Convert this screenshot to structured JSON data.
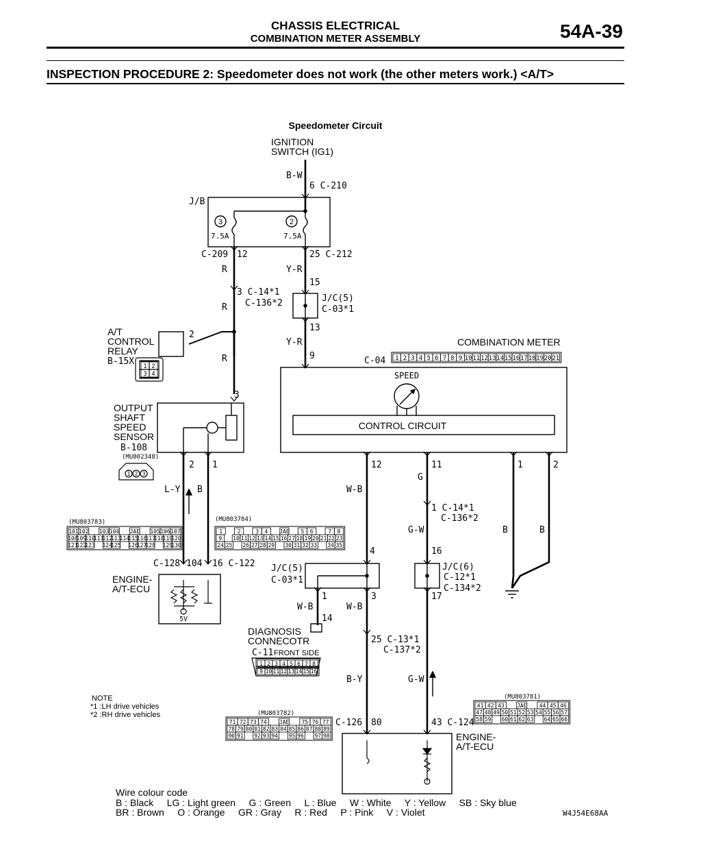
{
  "header": {
    "section": "CHASSIS ELECTRICAL",
    "subsection": "COMBINATION METER ASSEMBLY",
    "page": "54A-39"
  },
  "procedure_title": "INSPECTION PROCEDURE 2: Speedometer does not work (the other meters work.) <A/T>",
  "diagram": {
    "title": "Speedometer Circuit",
    "ign_1": "IGNITION",
    "ign_2": "SWITCH (IG1)",
    "bw": "B-W",
    "c210": "6 C-210",
    "jb": "J/B",
    "fuse3": "3",
    "fuse2": "2",
    "amp3": "7.5A",
    "amp2": "7.5A",
    "c209": "C-209",
    "p12": "12",
    "c212": "25 C-212",
    "r1": "R",
    "yr1": "Y-R",
    "p15": "15",
    "c14a": "3 C-14*1",
    "c136a": "C-136*2",
    "r2": "R",
    "jc5a": "J/C(5)",
    "c03a": "C-03*1",
    "p13": "13",
    "yr2": "Y-R",
    "p9": "9",
    "atr_1": "A/T",
    "atr_2": "CONTROL",
    "atr_3": "RELAY",
    "atr_4": "B-15X",
    "relay_pins": [
      "1",
      "2",
      "3",
      "4"
    ],
    "p2": "2",
    "r3": "R",
    "p3": "3",
    "oss_1": "OUTPUT",
    "oss_2": "SHAFT",
    "oss_3": "SPEED",
    "oss_4": "SENSOR",
    "oss_5": "B-108",
    "oss_part": "(MU802348)",
    "oss_pins": [
      "1",
      "2",
      "3"
    ],
    "oss_p2": "2",
    "oss_p1": "1",
    "ly": "L-Y",
    "b_oss": "B",
    "comb": "COMBINATION METER",
    "c04": "C-04",
    "c04_pins": [
      "1",
      "2",
      "3",
      "4",
      "5",
      "6",
      "7",
      "8",
      "9",
      "10",
      "11",
      "12",
      "13",
      "14",
      "15",
      "16",
      "17",
      "18",
      "19",
      "20",
      "21"
    ],
    "speed": "SPEED",
    "control": "CONTROL CIRCUIT",
    "m12": "12",
    "m11": "11",
    "m1": "1",
    "m2": "2",
    "g1": "G",
    "wb1": "W-B",
    "c14b": "1 C-14*1",
    "c136b": "C-136*2",
    "gw1": "G-W",
    "b_m1": "B",
    "b_m2": "B",
    "p4": "4",
    "p16": "16",
    "mu783_part": "(MU803783)",
    "mu783_rows": [
      [
        "101",
        "102",
        "",
        "103",
        "104",
        "",
        "JAE",
        "",
        "105",
        "106",
        "107"
      ],
      [
        "108",
        "109",
        "110",
        "111",
        "112",
        "113",
        "114",
        "115",
        "116",
        "117",
        "118",
        "119",
        "120"
      ],
      [
        "121",
        "122",
        "123",
        "",
        "124",
        "125",
        "",
        "126",
        "127",
        "128",
        "",
        "129",
        "130"
      ]
    ],
    "mu784_part": "(MU803784)",
    "mu784_rows": [
      [
        "1",
        "",
        "2",
        "",
        "3",
        "4",
        "",
        "JAE",
        "",
        "5",
        "6",
        "",
        "7",
        "8"
      ],
      [
        "9",
        "",
        "10",
        "11",
        "12",
        "13",
        "14",
        "15",
        "16",
        "17",
        "18",
        "19",
        "20",
        "21",
        "22",
        "23"
      ],
      [
        "24",
        "25",
        "",
        "26",
        "27",
        "28",
        "29",
        "",
        "30",
        "31",
        "32",
        "33",
        "",
        "34",
        "35"
      ]
    ],
    "c128": "C-128",
    "p104": "104",
    "c122": "16 C-122",
    "ecu_top_1": "ENGINE-",
    "ecu_top_2": "A/T-ECU",
    "ecu_top_v": "5V",
    "jc5b": "J/C(5)",
    "c03b": "C-03*1",
    "jc6": "J/C(6)",
    "c12": "C-12*1",
    "c134": "C-134*2",
    "jc5b_p1": "1",
    "jc5b_p3": "3",
    "p17": "17",
    "wb2": "W-B",
    "wb3": "W-B",
    "p14": "14",
    "diag_1": "DIAGNOSIS",
    "diag_2": "CONNECOTR",
    "diag_3": "C-11",
    "diag_4": "FRONT SIDE",
    "diag_row1": [
      "1",
      "2",
      "3",
      "4",
      "5",
      "6",
      "7",
      "8"
    ],
    "diag_row2": [
      "9",
      "10",
      "11",
      "12",
      "13",
      "14",
      "15",
      "16"
    ],
    "c13": "25 C-13*1",
    "c137": "C-137*2",
    "by": "B-Y",
    "gw2": "G-W",
    "note_title": "NOTE",
    "note_1": "*1 :LH drive vehicles",
    "note_2": "*2 :RH drive vehicles",
    "mu782_part": "(MU803782)",
    "mu782_rows": [
      [
        "71",
        "72",
        "73",
        "74",
        "",
        "JAE",
        "",
        "75",
        "76",
        "77"
      ],
      [
        "78",
        "79",
        "80",
        "81",
        "82",
        "83",
        "84",
        "85",
        "86",
        "87",
        "88",
        "89"
      ],
      [
        "90",
        "91",
        "",
        "92",
        "93",
        "94",
        "",
        "95",
        "96",
        "",
        "97",
        "98"
      ]
    ],
    "mu781_part": "(MU803781)",
    "mu781_rows": [
      [
        "41",
        "42",
        "43",
        "",
        "JAE",
        "",
        "44",
        "45",
        "46"
      ],
      [
        "47",
        "48",
        "49",
        "50",
        "51",
        "52",
        "53",
        "54",
        "55",
        "56",
        "57"
      ],
      [
        "58",
        "59",
        "",
        "60",
        "61",
        "62",
        "63",
        "",
        "64",
        "65",
        "66"
      ]
    ],
    "c126": "C-126",
    "p80": "80",
    "c124": "43 C-124",
    "ecu_bot_1": "ENGINE-",
    "ecu_bot_2": "A/T-ECU"
  },
  "legend": {
    "title": "Wire colour code",
    "line1": "B : Black     LG : Light green     G : Green     L : Blue     W : White     Y : Yellow     SB : Sky blue",
    "line2": "BR : Brown     O : Orange     GR : Gray     R : Red     P : Pink     V : Violet"
  },
  "figure_id": "W4J54E68AA"
}
